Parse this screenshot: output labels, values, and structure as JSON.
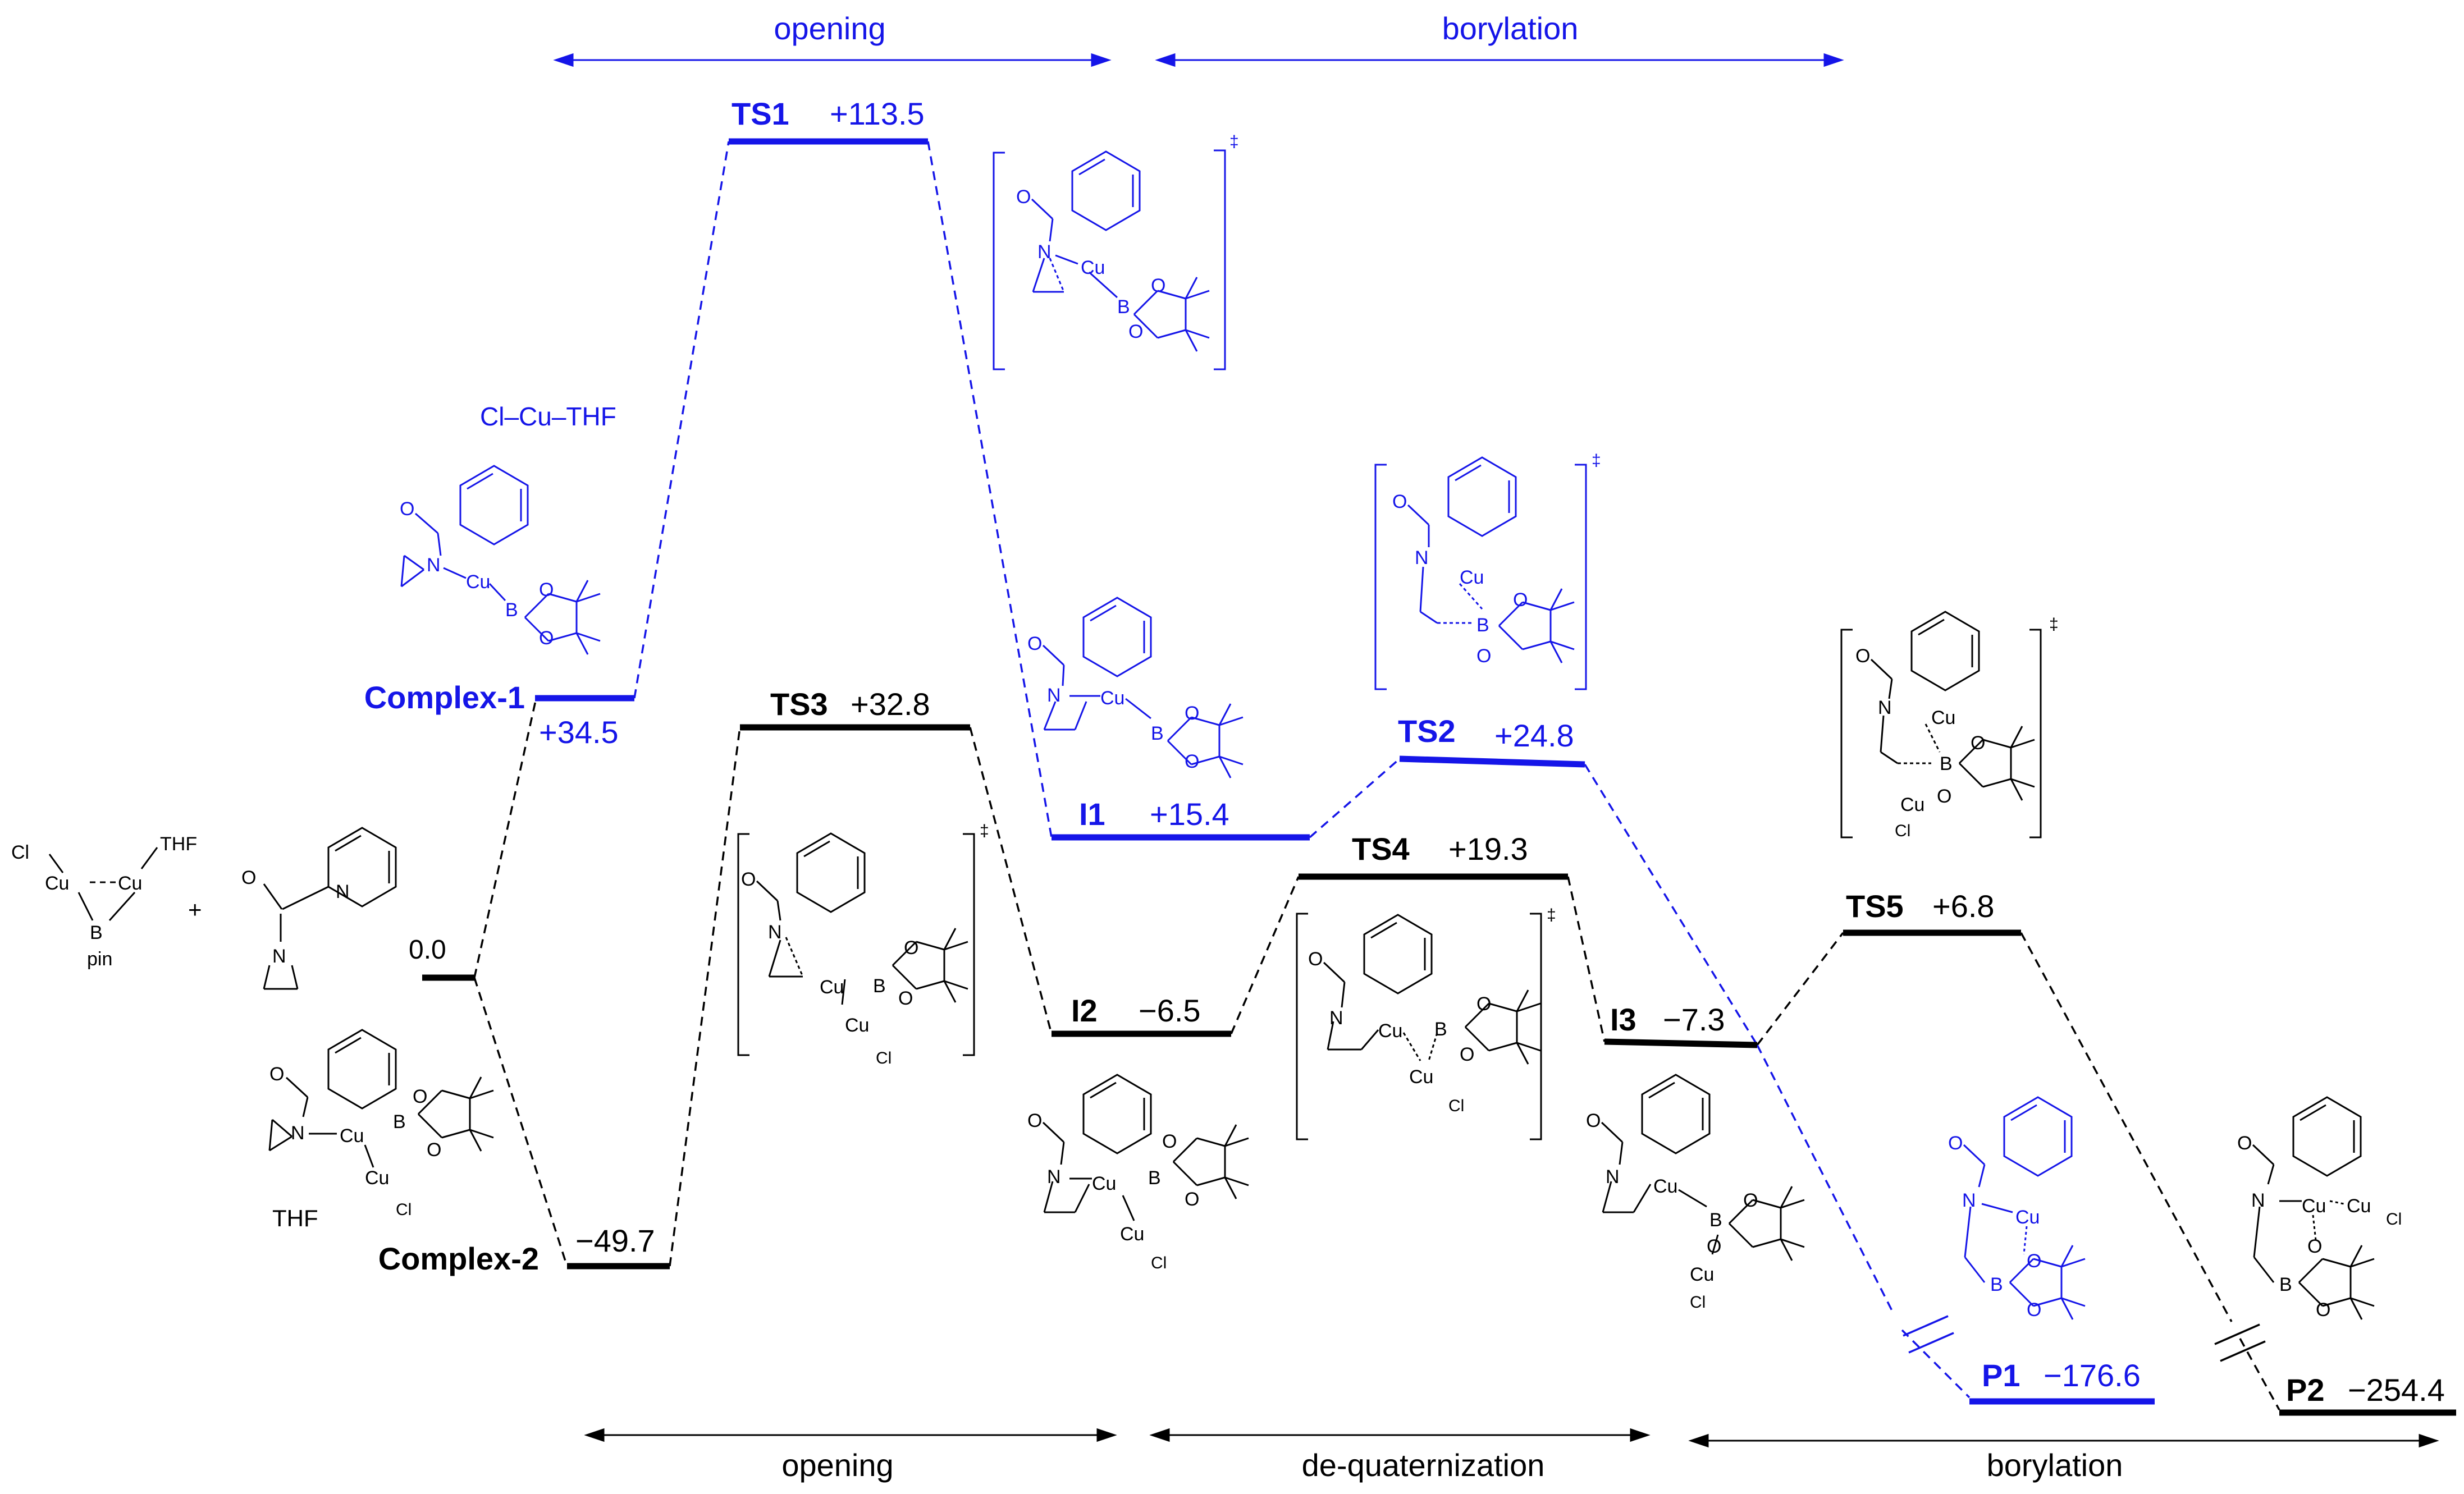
{
  "colors": {
    "blue": "#1515e8",
    "black": "#000000"
  },
  "top_phases": [
    {
      "label": "opening"
    },
    {
      "label": "borylation"
    }
  ],
  "bottom_phases": [
    {
      "label": "opening"
    },
    {
      "label": "de-quaternization"
    },
    {
      "label": "borylation"
    }
  ],
  "reactants": {
    "cu_cl": "Cl",
    "cu1": "Cu",
    "cu2": "Cu",
    "thf": "THF",
    "boron": "B",
    "pin": "pin",
    "plus": "+",
    "ligand_o": "O",
    "ligand_n": "N",
    "ligand_npy": "N"
  },
  "chloro_cu_thf": "Cl–Cu–THF",
  "thf_label": "THF",
  "atoms": {
    "cu": "Cu",
    "b": "B",
    "o": "O",
    "n": "N",
    "cl": "Cl"
  },
  "dagger": "‡",
  "states": [
    {
      "key": "start",
      "name": "",
      "energy": "0.0"
    },
    {
      "key": "complex1",
      "name": "Complex-1",
      "energy": "+34.5"
    },
    {
      "key": "complex2",
      "name": "Complex-2",
      "energy": "−49.7"
    },
    {
      "key": "ts1",
      "name": "TS1",
      "energy": "+113.5"
    },
    {
      "key": "ts3",
      "name": "TS3",
      "energy": "+32.8"
    },
    {
      "key": "i1",
      "name": "I1",
      "energy": "+15.4"
    },
    {
      "key": "i2",
      "name": "I2",
      "energy": "−6.5"
    },
    {
      "key": "ts2",
      "name": "TS2",
      "energy": "+24.8"
    },
    {
      "key": "ts4",
      "name": "TS4",
      "energy": "+19.3"
    },
    {
      "key": "i3",
      "name": "I3",
      "energy": "−7.3"
    },
    {
      "key": "ts5",
      "name": "TS5",
      "energy": "+6.8"
    },
    {
      "key": "p1",
      "name": "P1",
      "energy": "−176.6"
    },
    {
      "key": "p2",
      "name": "P2",
      "energy": "−254.4"
    }
  ]
}
